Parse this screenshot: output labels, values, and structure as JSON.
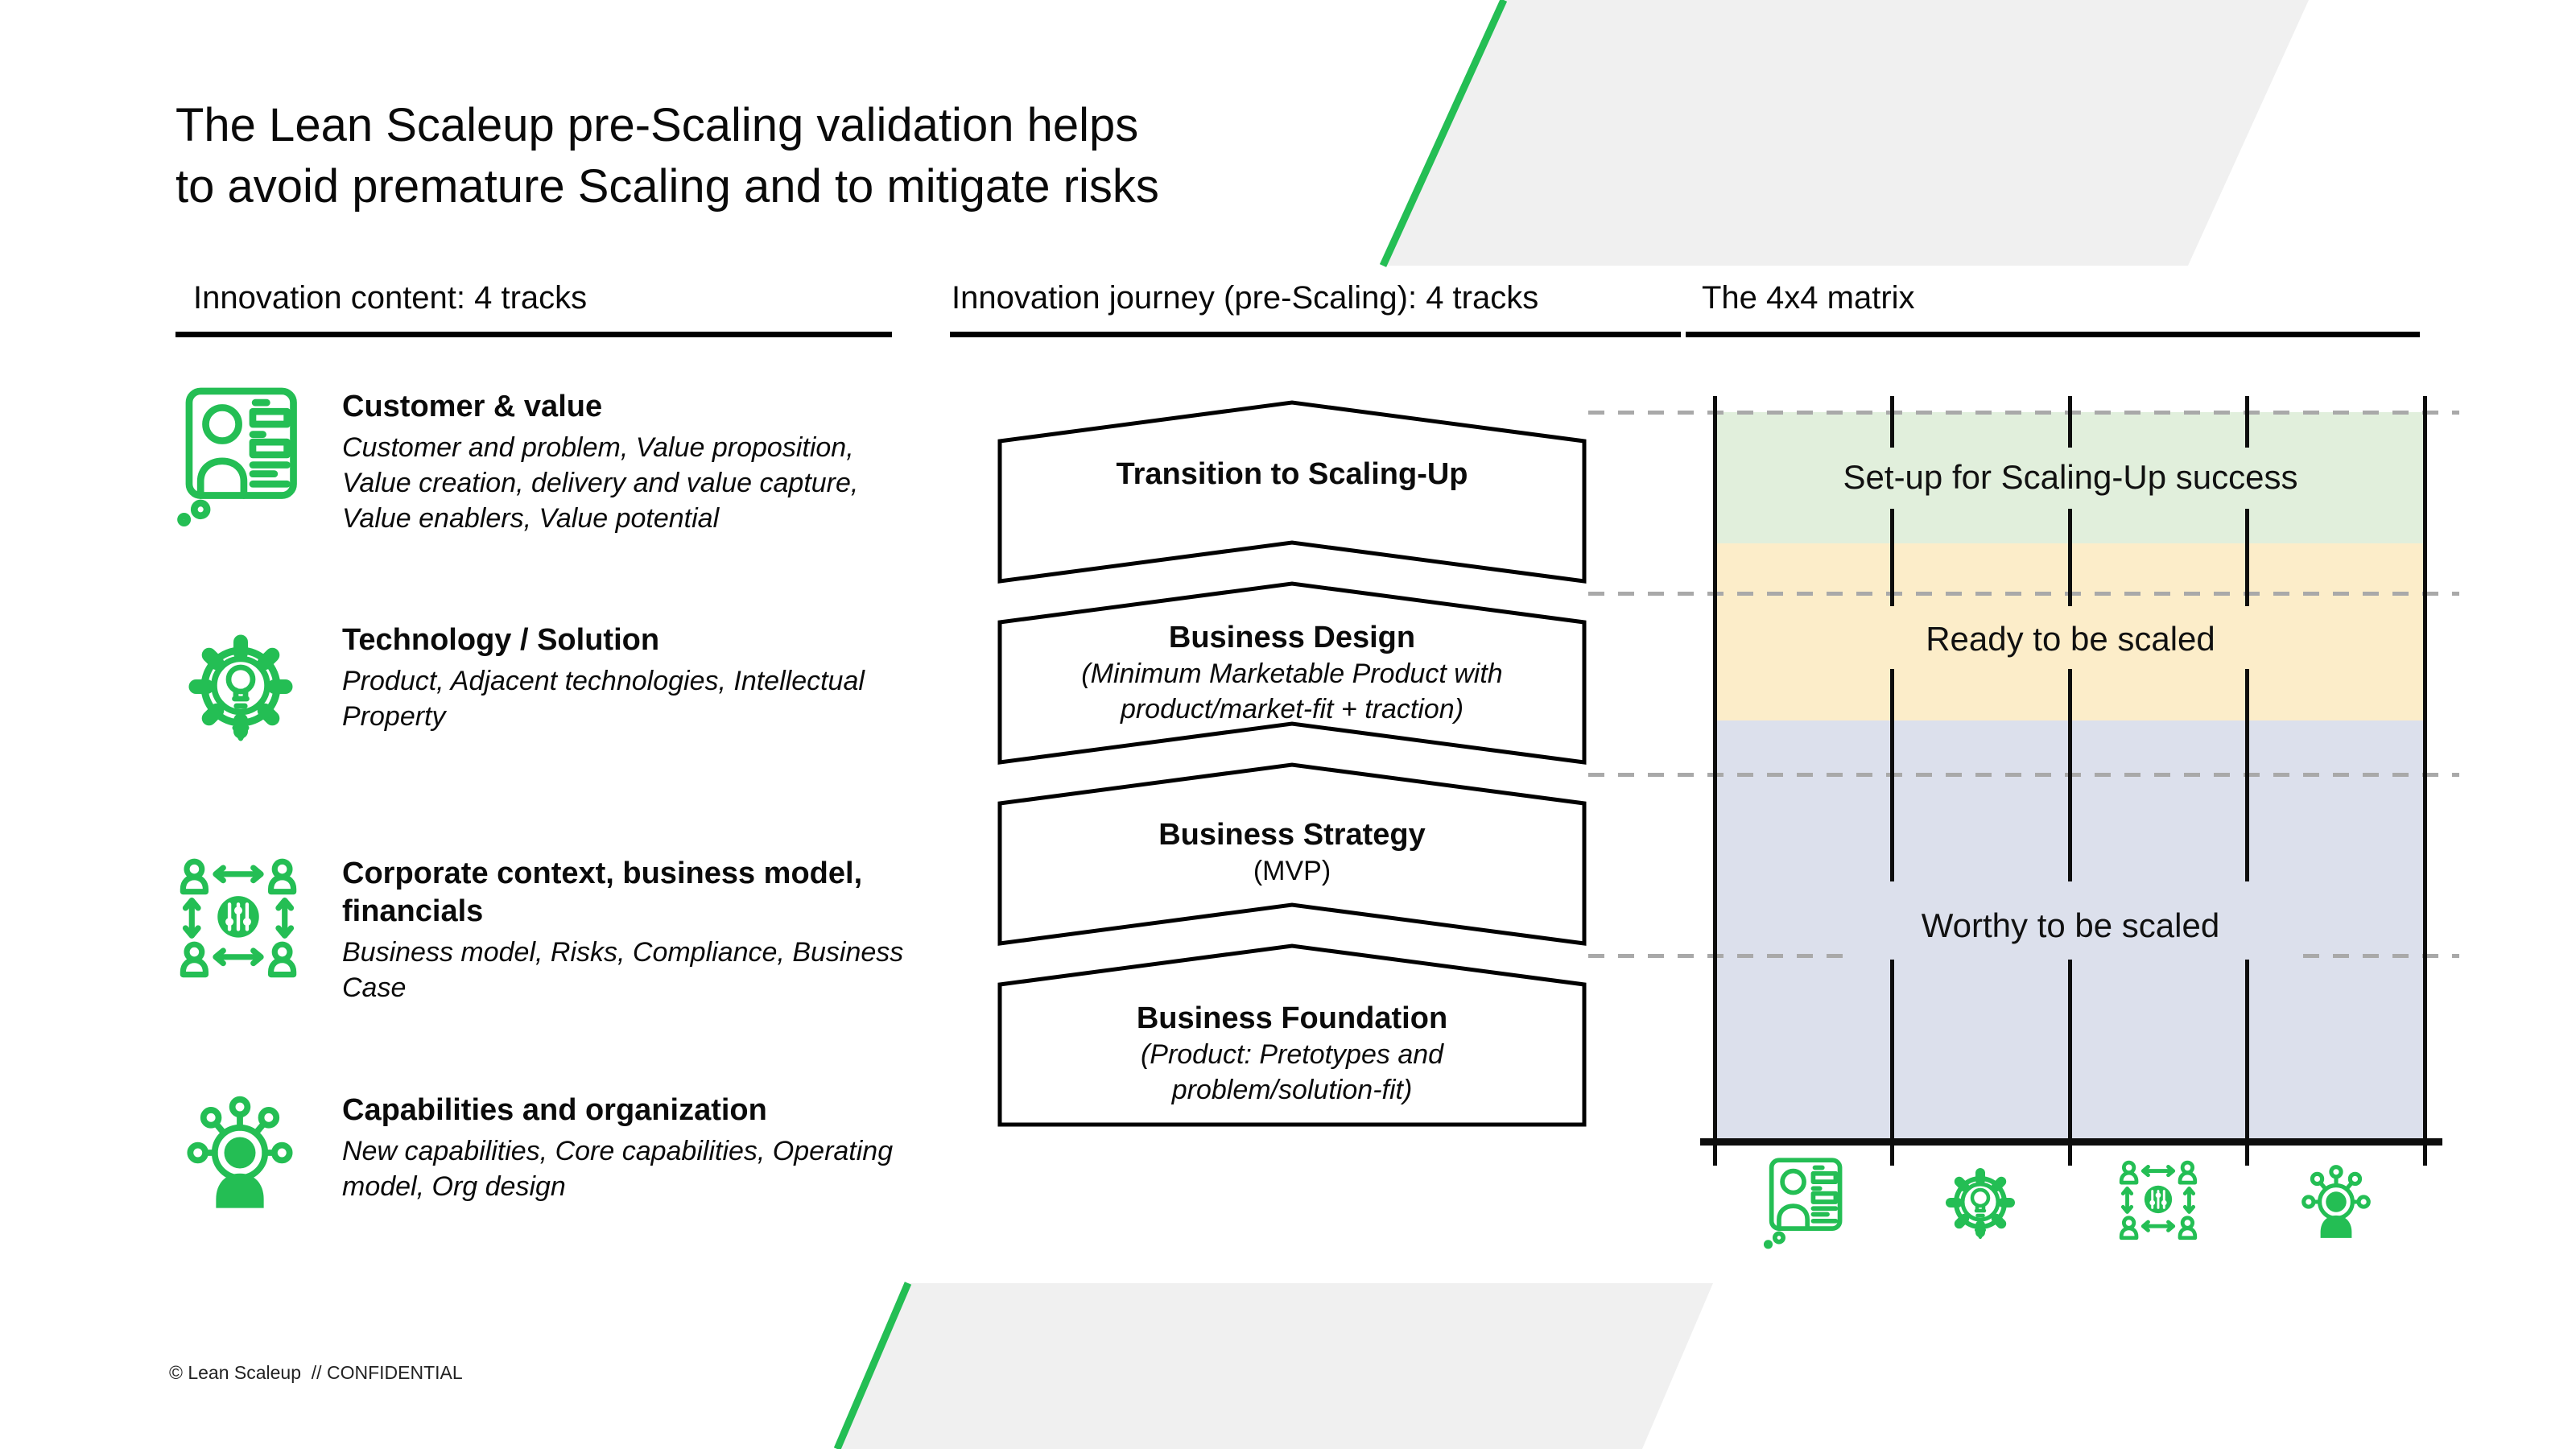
{
  "slide": {
    "title": "The Lean Scaleup pre-Scaling validation helps\nto avoid premature Scaling and to mitigate risks",
    "footer": "© Lean Scaleup  // CONFIDENTIAL"
  },
  "colors": {
    "accent_green": "#24BE54",
    "band_green": "#E1EFDC",
    "band_amber": "#FCEDC9",
    "band_blue": "#DCE0EC",
    "shape_gray": "#F0F0F0",
    "dash_gray": "#A9A9A9",
    "line_black": "#0D0D0D"
  },
  "content_column": {
    "header": "Innovation content: 4 tracks",
    "tracks": [
      {
        "icon": "customer-profile-card-icon",
        "title": "Customer & value",
        "description": "Customer and problem, Value proposition,\nValue creation, delivery and value capture,\nValue enablers, Value potential"
      },
      {
        "icon": "gear-lightbulb-icon",
        "title": "Technology / Solution",
        "description": "Product, Adjacent technologies, Intellectual\nProperty"
      },
      {
        "icon": "people-network-sliders-icon",
        "title": "Corporate context, business model,\nfinancials",
        "description": "Business model, Risks, Compliance, Business\nCase"
      },
      {
        "icon": "person-capability-network-icon",
        "title": "Capabilities and organization",
        "description": "New capabilities, Core capabilities, Operating\nmodel, Org design"
      }
    ]
  },
  "journey_column": {
    "header": "Innovation journey (pre-Scaling): 4 tracks",
    "stages": [
      {
        "title": "Transition to Scaling-Up",
        "subtitle": ""
      },
      {
        "title": "Business Design",
        "subtitle": "(Minimum Marketable Product with\nproduct/market-fit + traction)"
      },
      {
        "title": "Business Strategy",
        "subtitle": "(MVP)"
      },
      {
        "title": "Business Foundation",
        "subtitle": "(Product: Pretotypes and\nproblem/solution-fit)"
      }
    ]
  },
  "matrix_column": {
    "header": "The 4x4 matrix",
    "rows": [
      {
        "label": "Set-up for Scaling-Up success"
      },
      {
        "label": "Ready to be scaled"
      },
      {
        "label": "Worthy to be scaled"
      }
    ],
    "axis_icons": [
      "customer-profile-card-icon",
      "gear-lightbulb-icon",
      "people-network-sliders-icon",
      "person-capability-network-icon"
    ]
  }
}
